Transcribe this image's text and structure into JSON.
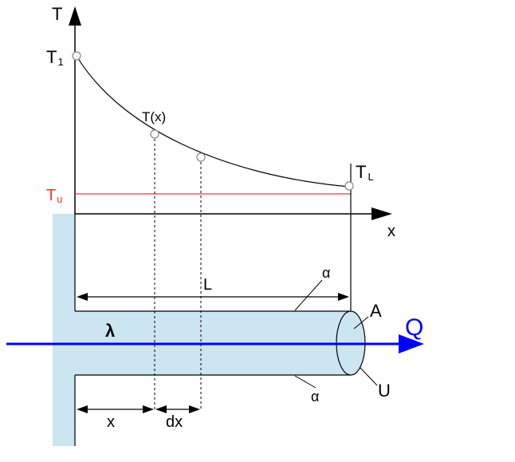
{
  "labels": {
    "t_axis": "T",
    "x_axis": "x",
    "t1_main": "T",
    "t1_sub": "1",
    "tl_main": "T",
    "tl_sub": "L",
    "tu_main": "T",
    "tu_sub": "u",
    "t_of_x": "T(x)",
    "length": "L",
    "alpha_top": "α",
    "alpha_bottom": "α",
    "lambda": "λ",
    "area": "A",
    "perimeter": "U",
    "heat_flow": "Q",
    "x_dim": "x",
    "dx_dim": "dx"
  },
  "colors": {
    "fin_fill": "#cce5f2",
    "ambient_line": "#ff3333",
    "heat_arrow": "#0000ff",
    "line": "#000000"
  }
}
